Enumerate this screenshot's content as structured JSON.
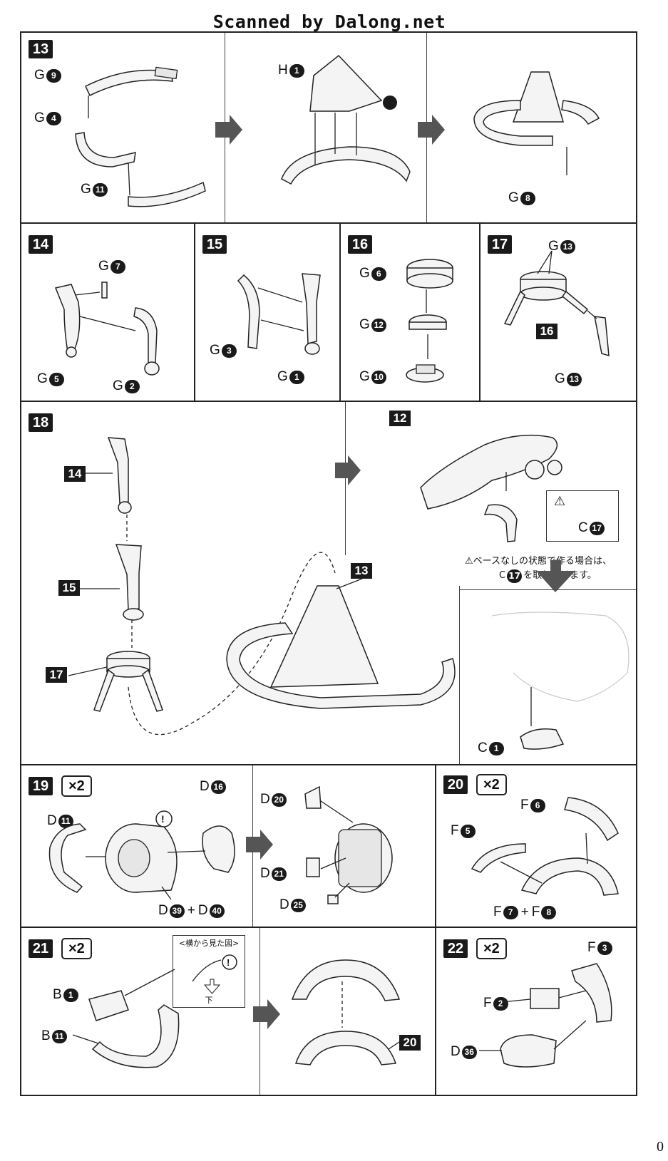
{
  "header": {
    "banner": "Scanned by Dalong.net"
  },
  "page_number": "0",
  "steps": {
    "s13": {
      "number": "13",
      "parts_left": [
        {
          "letter": "G",
          "num": "9"
        },
        {
          "letter": "G",
          "num": "4"
        },
        {
          "letter": "G",
          "num": "11"
        }
      ],
      "part_mid": {
        "letter": "H",
        "num": "1"
      },
      "part_right": {
        "letter": "G",
        "num": "8"
      }
    },
    "s14": {
      "number": "14",
      "parts": [
        {
          "letter": "G",
          "num": "7"
        },
        {
          "letter": "G",
          "num": "5"
        },
        {
          "letter": "G",
          "num": "2"
        }
      ]
    },
    "s15": {
      "number": "15",
      "parts": [
        {
          "letter": "G",
          "num": "3"
        },
        {
          "letter": "G",
          "num": "1"
        }
      ]
    },
    "s16": {
      "number": "16",
      "parts": [
        {
          "letter": "G",
          "num": "6"
        },
        {
          "letter": "G",
          "num": "12"
        },
        {
          "letter": "G",
          "num": "10"
        }
      ]
    },
    "s17": {
      "number": "17",
      "parts": [
        {
          "letter": "G",
          "num": "13"
        },
        {
          "letter": "G",
          "num": "13"
        }
      ],
      "ref": "16"
    },
    "s18": {
      "number": "18",
      "refs": [
        "14",
        "15",
        "17",
        "13",
        "12"
      ],
      "warning_part": {
        "letter": "C",
        "num": "17"
      },
      "note_line1": "ベースなしの状態で作る場合は、",
      "note_line2": "を取り付けます。",
      "bottom_part": {
        "letter": "C",
        "num": "1"
      }
    },
    "s19": {
      "number": "19",
      "multiplier": "×2",
      "parts": [
        {
          "letter": "D",
          "num": "11"
        },
        {
          "letter": "D",
          "num": "16"
        },
        {
          "letter": "D",
          "num": "39"
        },
        {
          "letter": "D",
          "num": "40"
        },
        {
          "letter": "D",
          "num": "20"
        },
        {
          "letter": "D",
          "num": "21"
        },
        {
          "letter": "D",
          "num": "25"
        }
      ]
    },
    "s20": {
      "number": "20",
      "multiplier": "×2",
      "parts": [
        {
          "letter": "F",
          "num": "6"
        },
        {
          "letter": "F",
          "num": "5"
        },
        {
          "letter": "F",
          "num": "7"
        },
        {
          "letter": "F",
          "num": "8"
        }
      ]
    },
    "s21": {
      "number": "21",
      "multiplier": "×2",
      "parts": [
        {
          "letter": "B",
          "num": "1"
        },
        {
          "letter": "B",
          "num": "11"
        }
      ],
      "side_view": "<横から見た図>",
      "down_label": "下",
      "ref": "20"
    },
    "s22": {
      "number": "22",
      "multiplier": "×2",
      "parts": [
        {
          "letter": "F",
          "num": "3"
        },
        {
          "letter": "F",
          "num": "2"
        },
        {
          "letter": "D",
          "num": "36"
        }
      ]
    }
  },
  "symbols": {
    "plus": "+",
    "warning": "⚠",
    "attention": "!"
  }
}
